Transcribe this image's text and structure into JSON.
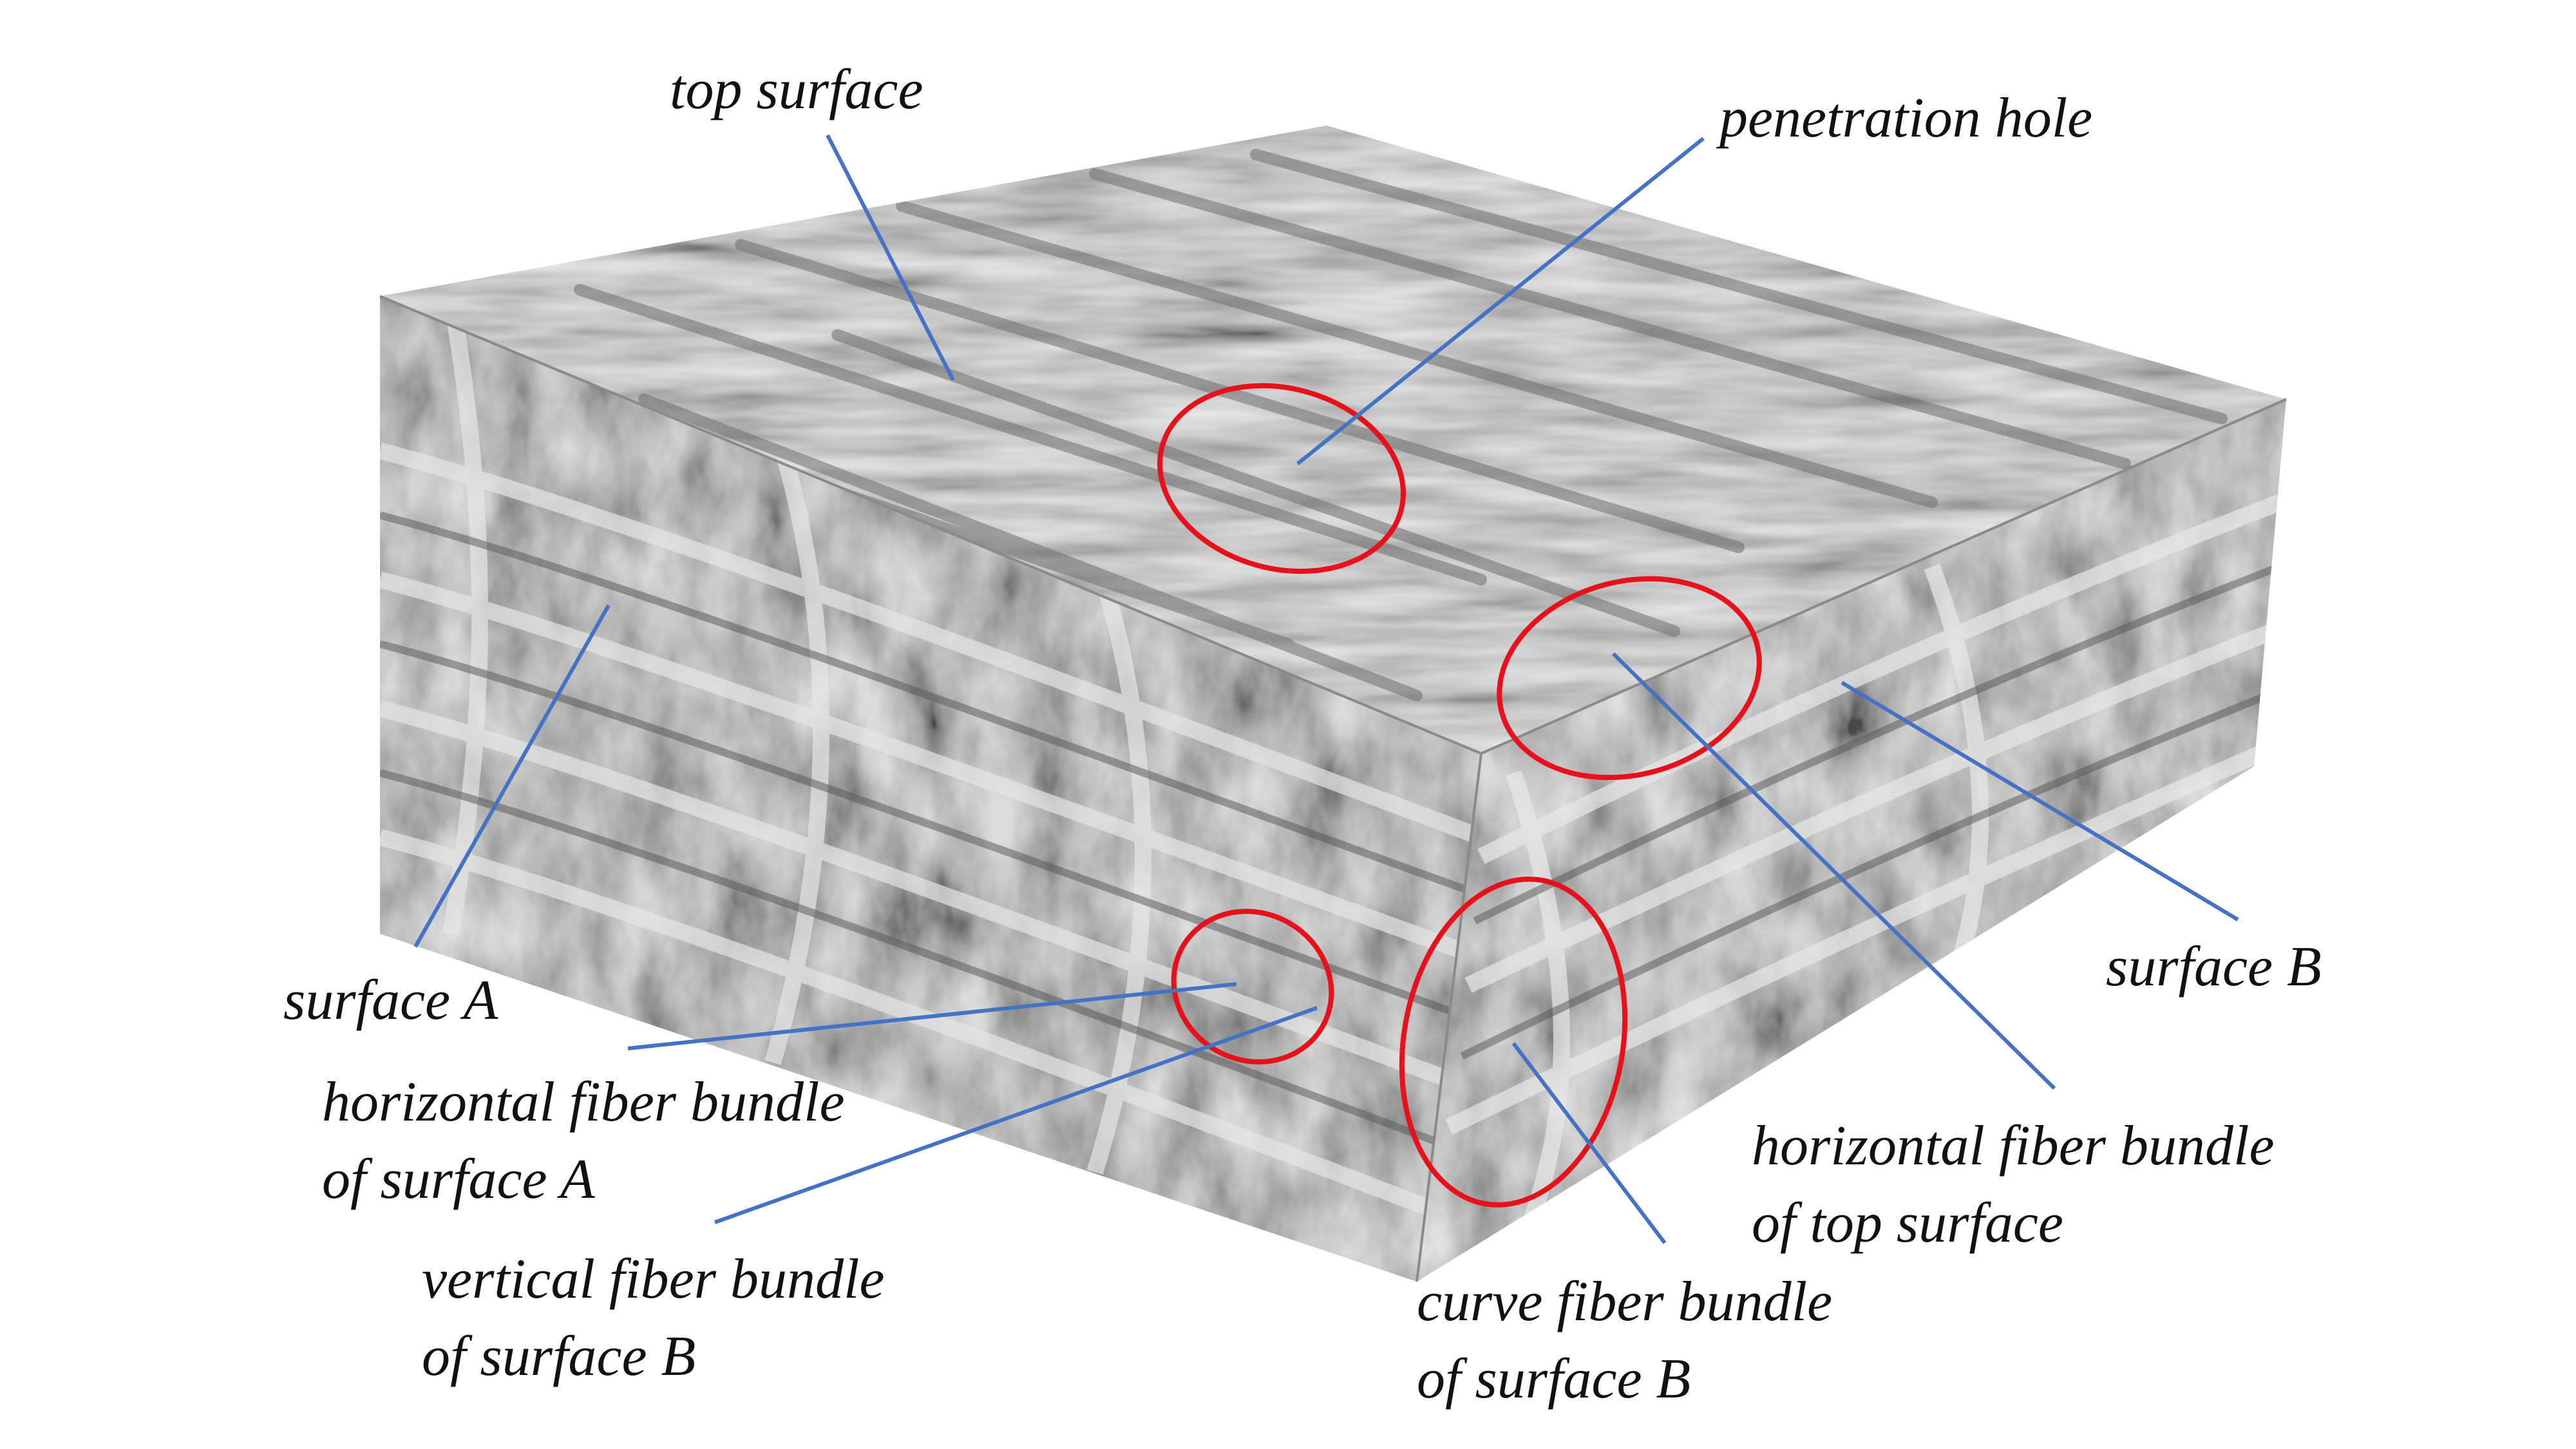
{
  "labels": {
    "top_surface": "top surface",
    "penetration_hole": "penetration hole",
    "surface_a": "surface A",
    "surface_b": "surface B",
    "horizontal_a_line1": "horizontal fiber bundle",
    "horizontal_a_line2": "of  surface A",
    "vertical_b_line1": "vertical fiber bundle",
    "vertical_b_line2": "of  surface B",
    "horizontal_top_line1": "horizontal fiber bundle",
    "horizontal_top_line2": "of top surface",
    "curve_b_line1": "curve fiber bundle",
    "curve_b_line2": "of surface B"
  },
  "colors": {
    "leader_line": "#4472c4",
    "callout_ellipse": "#e8101a",
    "top_face": "#c9c9c9",
    "left_face": "#a8a8a8",
    "right_face": "#b5b5b5"
  }
}
